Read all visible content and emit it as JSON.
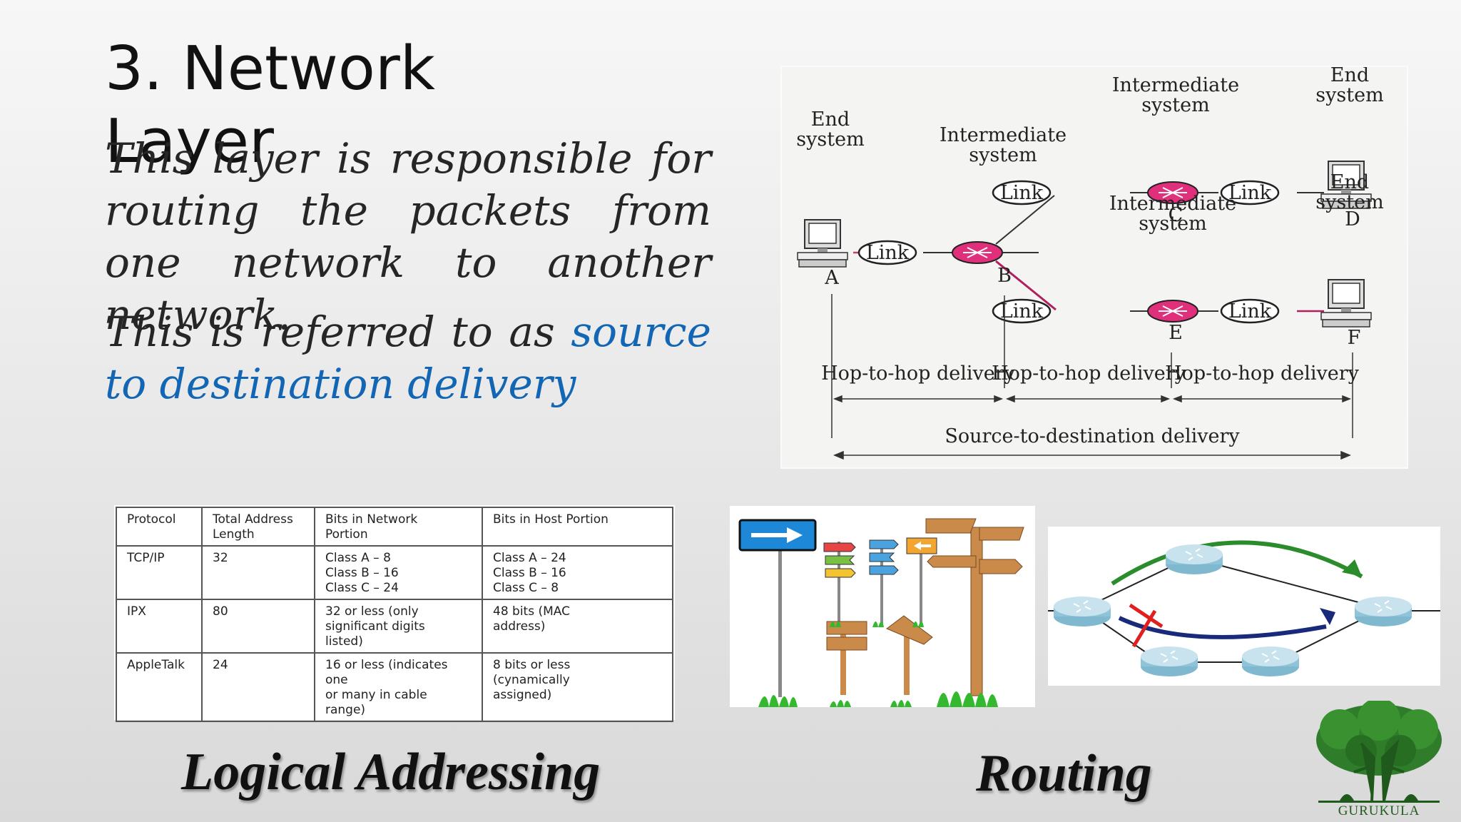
{
  "slide": {
    "title": "3. Network Layer",
    "paragraph1": "This layer is responsible for routing the packets from one network to another network.",
    "paragraph2_prefix": "This is referred to as ",
    "paragraph2_highlight": "source to destination delivery",
    "highlight_color": "#1266b3"
  },
  "diagram": {
    "end_system_a": [
      "End",
      "system"
    ],
    "end_system_d": [
      "End",
      "system"
    ],
    "end_system_f": [
      "End",
      "system"
    ],
    "intermediate_b": [
      "Intermediate",
      "system"
    ],
    "intermediate_c": [
      "Intermediate",
      "system"
    ],
    "intermediate_e": [
      "Intermediate",
      "system"
    ],
    "node_labels": [
      "A",
      "B",
      "C",
      "D",
      "E",
      "F"
    ],
    "link_label": "Link",
    "hop_label": "Hop-to-hop delivery",
    "source_dest_label": "Source-to-destination delivery",
    "router_color": "#e0307c"
  },
  "table": {
    "headers": [
      "Protocol",
      "Total Address\nLength",
      "Bits in Network\nPortion",
      "Bits in Host Portion"
    ],
    "rows": [
      [
        "TCP/IP",
        "32",
        "Class A – 8\nClass B – 16\nClass C – 24",
        "Class A – 24\nClass B – 16\nClass C – 8"
      ],
      [
        "IPX",
        "80",
        "32 or less (only\nsignificant digits\nlisted)",
        "48 bits (MAC\naddress)"
      ],
      [
        "AppleTalk",
        "24",
        "16 or less (indicates\none\nor many in cable\nrange)",
        "8 bits or less\n(cynamically\nassigned)"
      ]
    ]
  },
  "captions": {
    "logical": "Logical Addressing",
    "routing": "Routing"
  },
  "logo": {
    "text": "GURUKULA",
    "color": "#1f5a1c"
  }
}
